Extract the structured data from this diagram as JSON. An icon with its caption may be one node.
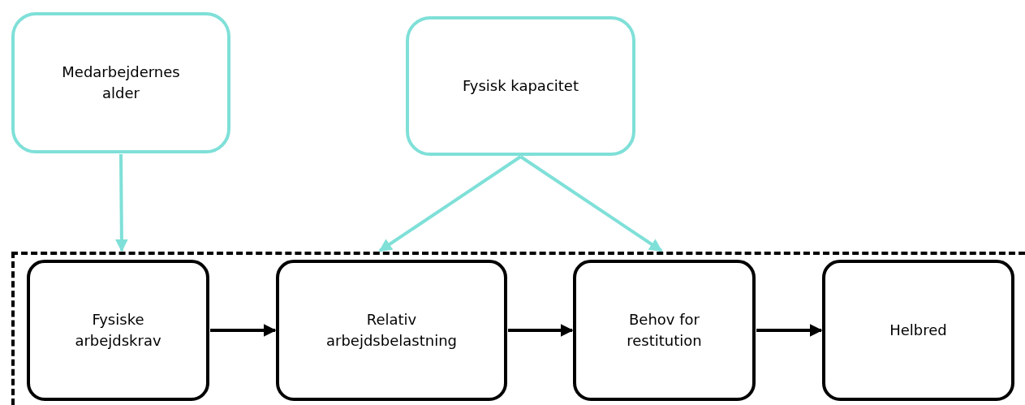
{
  "diagram": {
    "nodes": [
      {
        "text": [
          "Medarbejdernes alder"
        ]
      },
      {
        "text": [
          "Fysisk kapacitet"
        ]
      },
      {
        "text": [],
        "shape": "box"
      },
      {
        "text": [
          "Fysiske arbejdskrav"
        ],
        "in": 2
      },
      {
        "text": [
          "Relativ arbejdsbelastning"
        ],
        "in": 2
      },
      {
        "text": [
          "Behov for restitution"
        ],
        "in": 2
      },
      {
        "text": [
          "Helbred"
        ],
        "in": 2
      }
    ],
    "edges": [
      {
        "from": 0,
        "to": 2,
        "arrow": "to",
        "color": "#7fe0d8"
      },
      {
        "from": 1,
        "to": 2,
        "arrow": "to",
        "color": "#7fe0d8"
      },
      {
        "from": 1,
        "to": 2,
        "arrow": "to",
        "color": "#7fe0d8"
      },
      {
        "from": 3,
        "to": 4,
        "arrow": "to",
        "color": "#000000"
      },
      {
        "from": 4,
        "to": 5,
        "arrow": "to",
        "color": "#000000"
      },
      {
        "from": 5,
        "to": 6,
        "arrow": "to",
        "color": "#000000"
      }
    ]
  }
}
